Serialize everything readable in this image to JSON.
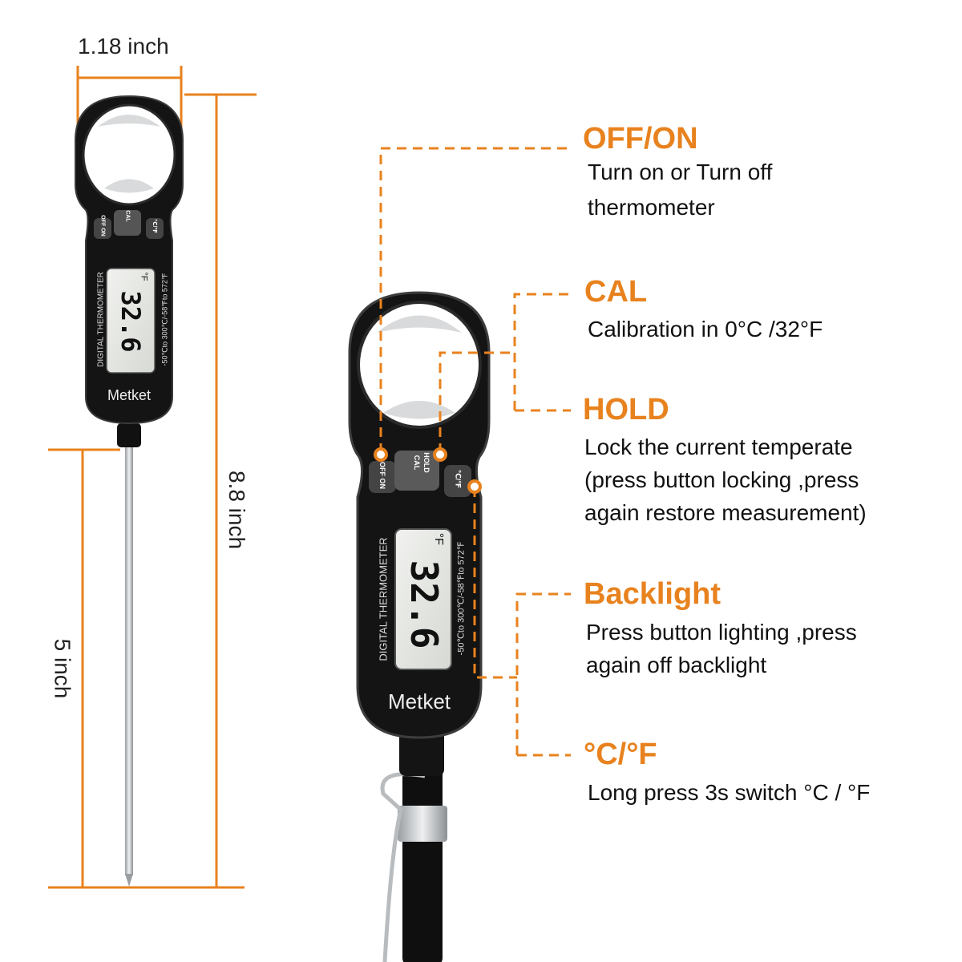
{
  "colors": {
    "accent": "#e8821e",
    "body": "#111111",
    "lcd": "#e4e6e2",
    "steel": "#c9ccce"
  },
  "dimensions": {
    "width": "1.18 inch",
    "height": "8.8 inch",
    "probe": "5 inch"
  },
  "device": {
    "brand": "Metket",
    "label": "DIGITAL THERMOMETER",
    "range": "-50℃to 300℃/-58℉to 572℉",
    "reading": "32.6",
    "unit": "°F",
    "buttons": {
      "power": "OFF ON",
      "cal": "CAL",
      "hold": "HOLD",
      "unit": "℃/℉"
    }
  },
  "features": [
    {
      "title": "OFF/ON",
      "lines": [
        "Turn on or Turn off",
        "thermometer"
      ]
    },
    {
      "title": "CAL",
      "lines": [
        "Calibration in 0°C /32°F"
      ]
    },
    {
      "title": "HOLD",
      "lines": [
        "Lock the current temperate",
        "(press button locking ,press",
        "again restore measurement)"
      ]
    },
    {
      "title": "Backlight",
      "lines": [
        "Press button lighting ,press",
        "again off backlight"
      ]
    },
    {
      "title": "°C/°F",
      "lines": [
        "Long press 3s switch °C / °F"
      ]
    }
  ]
}
